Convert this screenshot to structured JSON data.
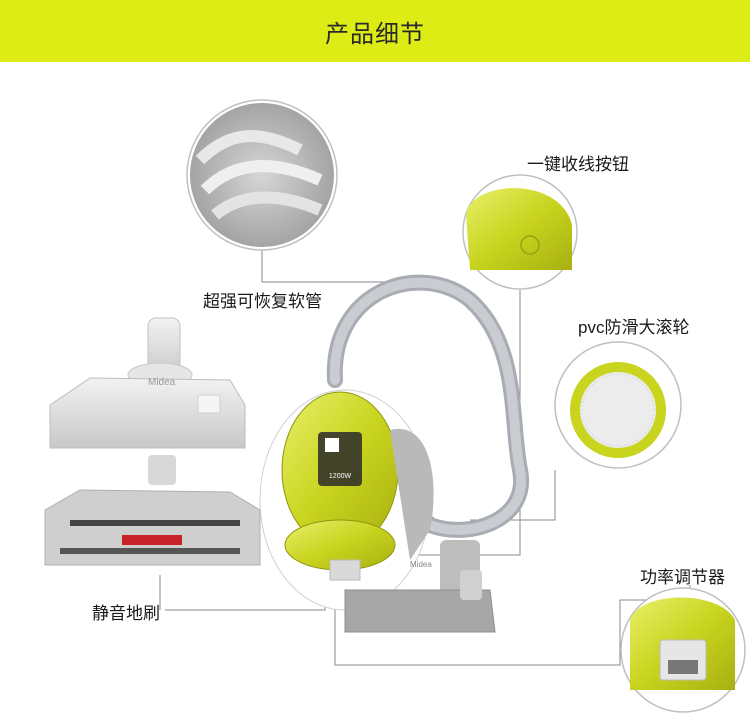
{
  "banner": {
    "title": "产品细节"
  },
  "labels": {
    "hose": "超强可恢复软管",
    "cord_button": "一键收线按钮",
    "wheel": "pvc防滑大滚轮",
    "power_regulator": "功率调节器",
    "brush": "静音地刷"
  },
  "product": {
    "brand": "Midea",
    "power": "1200W",
    "accent_color": "#c8d41e",
    "banner_color": "#dcec14"
  }
}
